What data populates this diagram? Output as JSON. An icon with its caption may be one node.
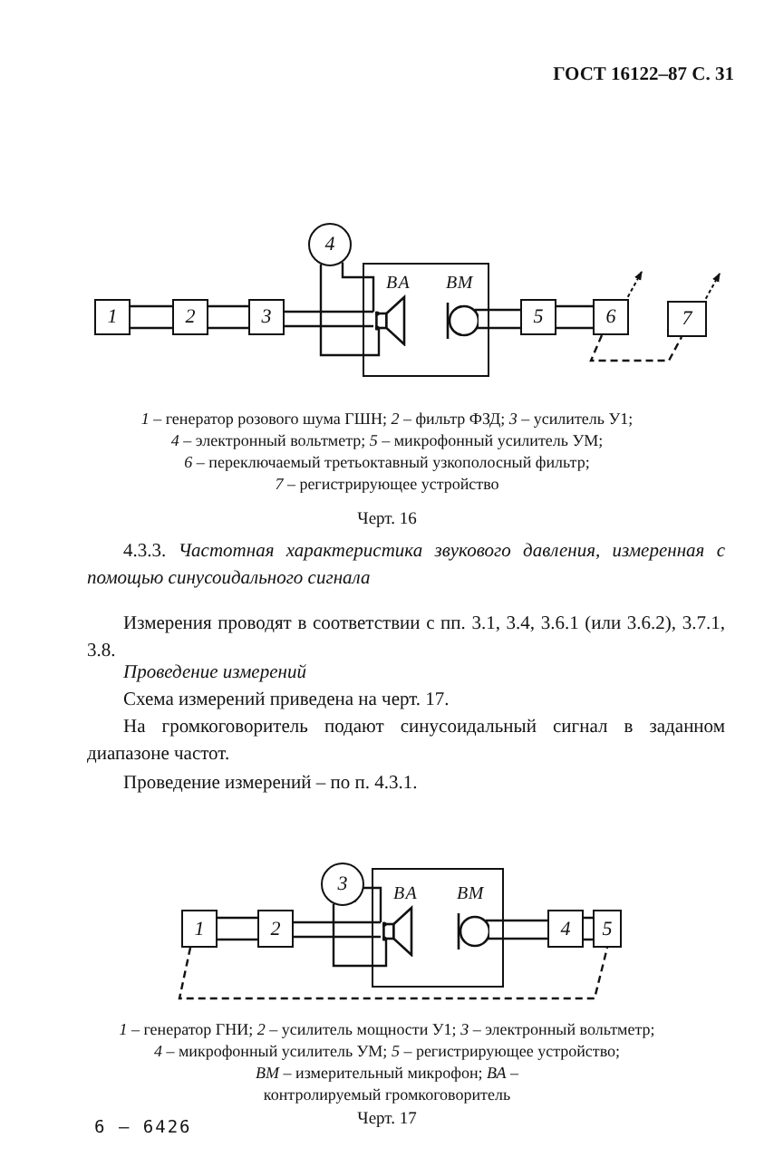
{
  "diagram": {
    "nodes": [
      {
        "text": [
          "1"
        ]
      },
      {
        "text": [
          "2"
        ]
      },
      {
        "text": [
          "3"
        ]
      },
      {
        "text": [
          "4"
        ]
      },
      {
        "text": [],
        "shape": "box"
      },
      {
        "text": [
          "ВА"
        ],
        "in": 4
      },
      {
        "text": [
          "ВМ"
        ],
        "in": 4
      },
      {
        "text": [
          "5"
        ]
      },
      {
        "text": [
          "6"
        ]
      },
      {
        "text": [
          "7"
        ]
      },
      {
        "text": [
          "1"
        ]
      },
      {
        "text": [
          "2"
        ]
      },
      {
        "text": [
          "3"
        ]
      },
      {
        "text": [],
        "shape": "box"
      },
      {
        "text": [
          "ВА"
        ],
        "in": 13
      },
      {
        "text": [
          "ВМ"
        ],
        "in": 13
      },
      {
        "text": [
          "4"
        ]
      },
      {
        "text": [
          "5"
        ]
      }
    ],
    "edges": [
      {
        "from": 0,
        "to": 1,
        "arrow": "none"
      },
      {
        "from": 1,
        "to": 2,
        "arrow": "none"
      },
      {
        "from": 2,
        "to": 5,
        "arrow": "none"
      },
      {
        "from": 3,
        "to": 5,
        "arrow": "none"
      },
      {
        "from": 6,
        "to": 7,
        "arrow": "none"
      },
      {
        "from": 7,
        "to": 8,
        "arrow": "none"
      },
      {
        "from": 8,
        "to": 9,
        "arrow": "none",
        "style": "dashed"
      },
      {
        "from": 10,
        "to": 11,
        "arrow": "none"
      },
      {
        "from": 11,
        "to": 14,
        "arrow": "none"
      },
      {
        "from": 12,
        "to": 14,
        "arrow": "none"
      },
      {
        "from": 15,
        "to": 16,
        "arrow": "none"
      },
      {
        "from": 16,
        "to": 17,
        "arrow": "none"
      },
      {
        "from": 10,
        "to": 17,
        "arrow": "none",
        "style": "dashed"
      }
    ],
    "labels": [
      "ГОСТ 16122–87 С. 31",
      "*1* – генератор розового шума ГШН; *2* – фильтр ФЗД; *3* – усилитель У1;",
      "*4* – электронный вольтметр; *5* – микрофонный усилитель УМ;",
      "*6* – переключаемый третьоктавный узкополосный фильтр;",
      "*7* – регистрирующее устройство",
      "Черт. 16",
      "4.3.3. *Частотная характеристика звукового давления, измеренная с помощью синусоидального сигнала*",
      "Измерения проводят в соответствии с пп. 3.1, 3.4, 3.6.1 (или 3.6.2), 3.7.1, 3.8.",
      "Проведение измерений",
      "Схема измерений приведена на черт. 17.",
      "На громкоговоритель подают синусоидальный сигнал в заданном диапазоне частот.",
      "Проведение измерений – по п. 4.3.1.",
      "*1* – генератор ГНИ; *2* – усилитель мощности У1; *3* – электронный вольтметр;",
      "*4* – микрофонный усилитель УМ; *5* – регистрирующее устройство;",
      "*ВМ* – измерительный микрофон; *ВА* – контролируемый громкоговоритель",
      "Черт. 17",
      "6 – 6426"
    ]
  }
}
